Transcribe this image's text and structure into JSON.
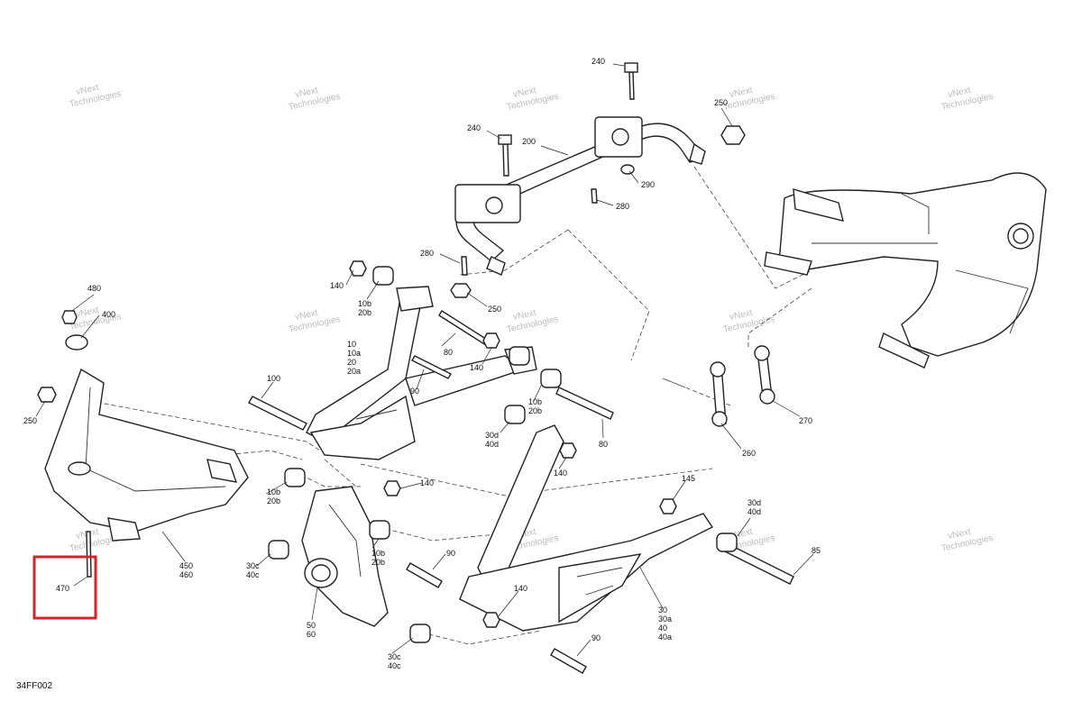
{
  "diagram": {
    "figure_code": "34FF002",
    "watermark": {
      "line1": "vNext",
      "line2": "Technologies"
    },
    "highlight_color": "#d9232a",
    "callouts": {
      "p240a": "240",
      "p240b": "240",
      "p200": "200",
      "p250a": "250",
      "p290": "290",
      "p280a": "280",
      "p280b": "280",
      "p250b": "250",
      "p140a": "140",
      "p10b20b_a": "10b\n20b",
      "p480": "480",
      "p400": "400",
      "p10group": "10\n10a\n20\n20a",
      "p80a": "80",
      "p140b": "140",
      "p90a": "90",
      "p250c": "250",
      "p100": "100",
      "p10b20b_b": "10b\n20b",
      "p30d40d_a": "30d\n40d",
      "p80b": "80",
      "p140c": "140",
      "p270": "270",
      "p260": "260",
      "p140d": "140",
      "p10b20b_c": "10b\n20b",
      "p145": "145",
      "p30d40d_b": "30d\n40d",
      "p10b20b_d": "10b\n20b",
      "p90b": "90",
      "p85": "85",
      "p30c40c_a": "30c\n40c",
      "p450460": "450\n460",
      "p470": "470",
      "p140e": "140",
      "p5060": "50\n60",
      "p30group": "30\n30a\n40\n40a",
      "p90c": "90",
      "p30c40c_b": "30c\n40c"
    }
  }
}
